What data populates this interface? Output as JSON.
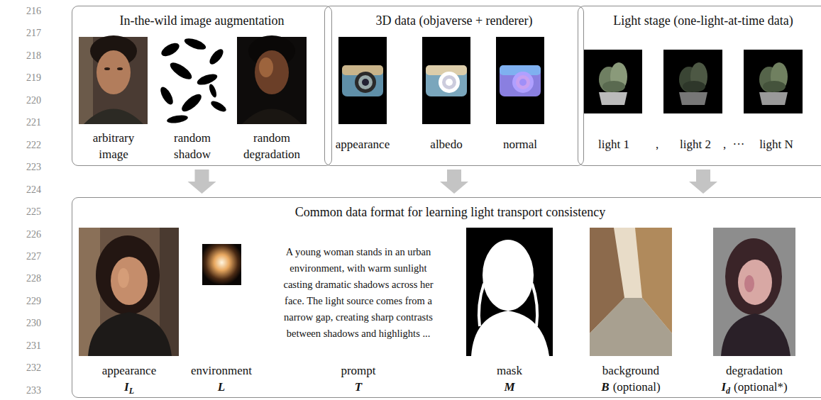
{
  "diagram": {
    "nodes": [
      {
        "text": [
          "In-the-wild image augmentation"
        ]
      },
      {
        "text": [
          "3D data (objaverse + renderer)"
        ]
      },
      {
        "text": [
          "Light stage (one-light-at-time data)"
        ]
      },
      {
        "text": [
          "Common data format for learning light transport consistency"
        ]
      }
    ],
    "edges": [
      {
        "from": 0,
        "to": 3,
        "arrow": "to"
      },
      {
        "from": 1,
        "to": 3,
        "arrow": "to"
      },
      {
        "from": 2,
        "to": 3,
        "arrow": "to"
      }
    ],
    "labels": [
      "216",
      "217",
      "218",
      "219",
      "220",
      "221",
      "222",
      "223",
      "224",
      "225",
      "226",
      "227",
      "228",
      "229",
      "230",
      "231",
      "232",
      "233",
      "arbitrary image",
      "random shadow",
      "random degradation",
      "appearance",
      "albedo",
      "normal",
      "light 1",
      ",",
      "light 2",
      ",",
      "···",
      "light N",
      "A young woman stands in an urban environment, with warm sunlight casting dramatic shadows across her face. The light source comes from a narrow gap, creating sharp contrasts between shadows and highlights ...",
      "appearance",
      "I",
      "L",
      "environment",
      "L",
      "prompt",
      "T",
      "mask",
      "M",
      "background",
      "B",
      "(optional)",
      "degradation",
      "I",
      "d",
      "(optional*)"
    ]
  }
}
